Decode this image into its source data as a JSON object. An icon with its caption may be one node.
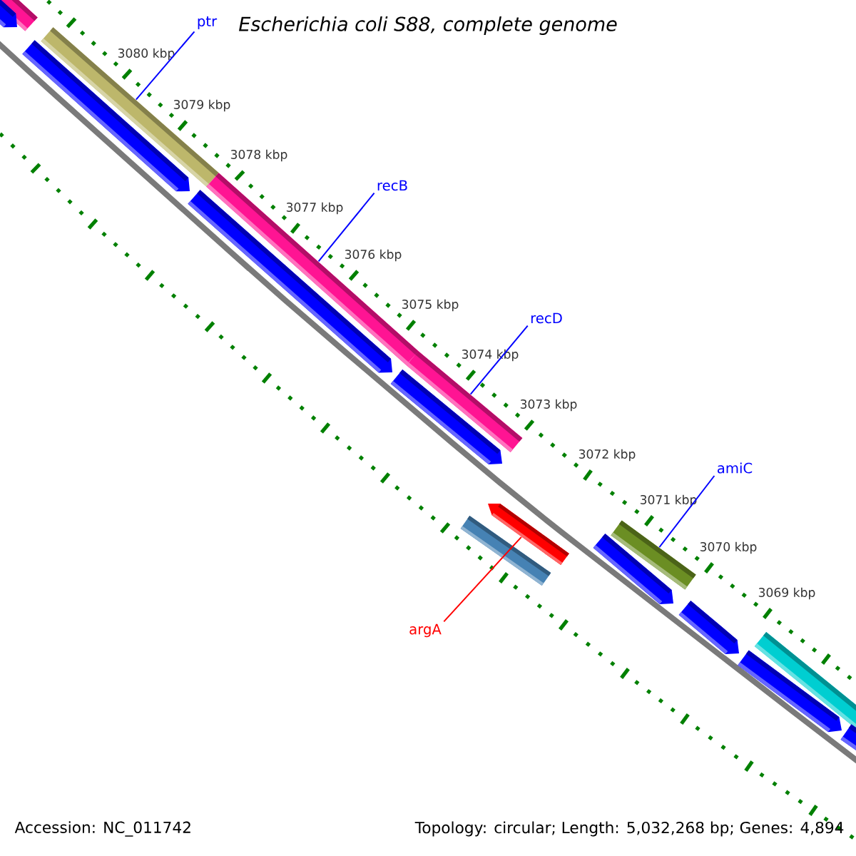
{
  "diagram": {
    "title": "Escherichia coli S88, complete genome",
    "nodes": [
      {
        "text": [
          "ptr"
        ]
      },
      {
        "text": [],
        "shape": "bar"
      },
      {
        "text": [
          "recB"
        ]
      },
      {
        "text": [],
        "shape": "bar"
      },
      {
        "text": [
          "recD"
        ]
      },
      {
        "text": [],
        "shape": "bar"
      },
      {
        "text": [
          "amiC"
        ]
      },
      {
        "text": [],
        "shape": "bar"
      },
      {
        "text": [
          "argA"
        ]
      },
      {
        "text": [],
        "shape": "bar"
      }
    ],
    "edges": [
      {
        "from": 0,
        "to": 1,
        "arrow": "none"
      },
      {
        "from": 2,
        "to": 3,
        "arrow": "none"
      },
      {
        "from": 4,
        "to": 5,
        "arrow": "none"
      },
      {
        "from": 6,
        "to": 7,
        "arrow": "none"
      },
      {
        "from": 8,
        "to": 9,
        "arrow": "none",
        "color": "#ff0000"
      }
    ],
    "labels": [
      "3080 kbp",
      "3079 kbp",
      "3078 kbp",
      "3077 kbp",
      "3076 kbp",
      "3075 kbp",
      "3074 kbp",
      "3073 kbp",
      "3072 kbp",
      "3071 kbp",
      "3070 kbp",
      "3069 kbp",
      "Accession: NC_011742",
      "Topology: circular; Length: 5,032,268 bp; Genes: 4,894"
    ]
  }
}
